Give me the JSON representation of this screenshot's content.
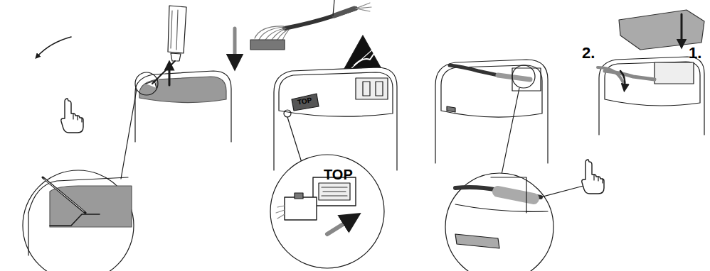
{
  "diagram": {
    "labels": [
      "TOP",
      "TOP",
      "2.",
      "1."
    ]
  }
}
